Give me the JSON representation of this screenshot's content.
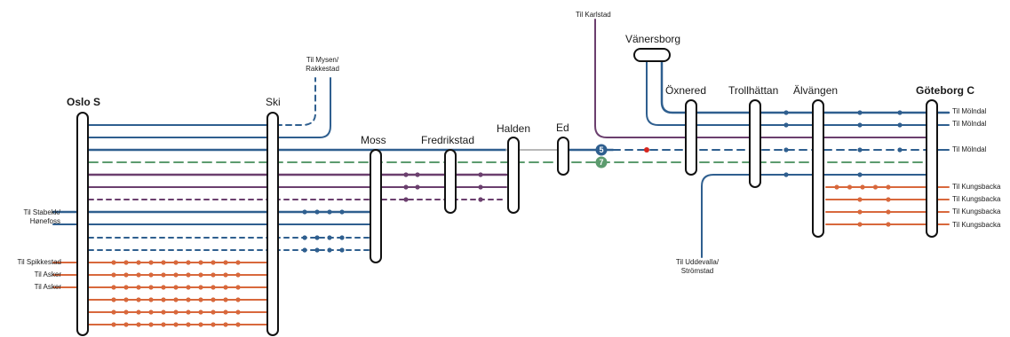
{
  "colors": {
    "blue": "#2f5f8f",
    "green": "#5c9b6e",
    "purple": "#6b3f6e",
    "orange": "#d8683c",
    "red": "#d7261e",
    "grey": "#b8b8b8",
    "text": "#1a1a1a"
  },
  "stations": {
    "oslo": "Oslo S",
    "ski": "Ski",
    "moss": "Moss",
    "fredrikstad": "Fredrikstad",
    "halden": "Halden",
    "ed": "Ed",
    "vanersborg": "Vänersborg",
    "oxnered": "Öxnered",
    "trollhattan": "Trollhättan",
    "alvangen": "Älvängen",
    "goteborg": "Göteborg C"
  },
  "branches": {
    "karlstad": "Til Karlstad",
    "mysen": [
      "Til Mysen/",
      "Rakkestad"
    ],
    "stabekk": [
      "Til Stabekk/",
      "Hønefoss"
    ],
    "spikkestad": "Til Spikkestad",
    "asker1": "Til Asker",
    "asker2": "Til Asker",
    "uddevalla": [
      "Til Uddevalla/",
      "Strömstad"
    ],
    "molndal1": "Til Mölndal",
    "molndal2": "Til Mölndal",
    "molndal3": "Til Mölndal",
    "kungsbacka1": "Til Kungsbacka",
    "kungsbacka2": "Til Kungsbacka",
    "kungsbacka3": "Til Kungsbacka",
    "kungsbacka4": "Til Kungsbacka"
  },
  "badges": {
    "line5": "5",
    "line7": "7"
  }
}
